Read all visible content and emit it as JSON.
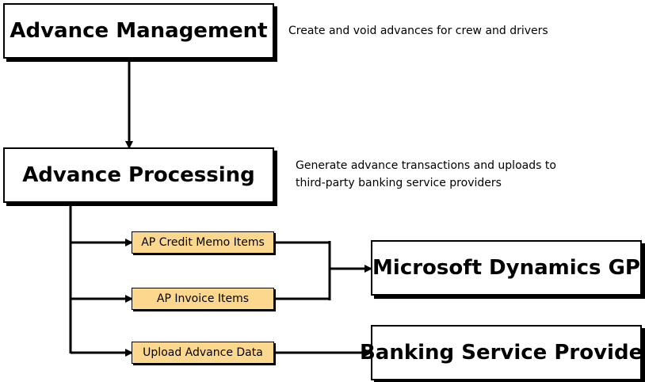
{
  "boxes": {
    "advance_management": "Advance Management",
    "advance_processing": "Advance Processing",
    "microsoft_dynamics_gp": "Microsoft Dynamics GP",
    "banking_service_provider": "Banking Service Provider"
  },
  "tags": {
    "ap_credit_memo_items": "AP Credit Memo Items",
    "ap_invoice_items": "AP Invoice Items",
    "upload_advance_data": "Upload Advance Data"
  },
  "notes": {
    "management": "Create and void advances for crew and drivers",
    "processing_line1": "Generate advance transactions and uploads to",
    "processing_line2": "third-party banking service providers"
  },
  "colors": {
    "tag_fill": "#fcd88e",
    "box_border": "#000000",
    "connector": "#000000"
  }
}
